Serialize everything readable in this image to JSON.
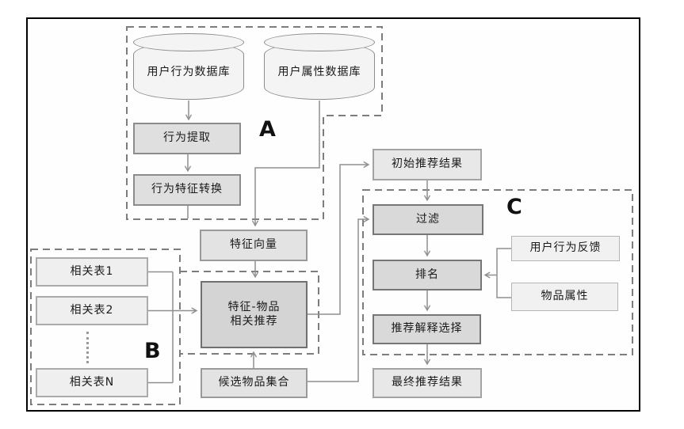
{
  "groups": {
    "a": "A",
    "b": "B",
    "c": "C"
  },
  "nodes": {
    "user_behavior_db": {
      "label": "用户行为数据库"
    },
    "user_attribute_db": {
      "label": "用户属性数据库"
    },
    "behavior_extraction": {
      "label": "行为提取"
    },
    "behavior_feature_conversion": {
      "label": "行为特征转换"
    },
    "feature_vector": {
      "label": "特征向量"
    },
    "feature_item_rec": {
      "label_line1": "特征-物品",
      "label_line2": "相关推荐"
    },
    "related_table_1": {
      "label": "相关表1"
    },
    "related_table_2": {
      "label": "相关表2"
    },
    "related_table_n": {
      "label": "相关表N"
    },
    "candidate_item_set": {
      "label": "候选物品集合"
    },
    "initial_rec_results": {
      "label": "初始推荐结果"
    },
    "filter": {
      "label": "过滤"
    },
    "ranking": {
      "label": "排名"
    },
    "rec_explanation_selection": {
      "label": "推荐解释选择"
    },
    "final_rec_results": {
      "label": "最终推荐结果"
    },
    "user_behavior_feedback": {
      "label": "用户行为反馈"
    },
    "item_attributes": {
      "label": "物品属性"
    }
  },
  "icons": {
    "table_ellipsis": "vertical-dotted-ellipsis"
  },
  "colors": {
    "frame_border": "#000000",
    "dashed_outline": "#7d7d7d",
    "connector": "#8f8f8f",
    "text": "#1a1a1a",
    "fill_table": "#efefef",
    "fill_process": "#dfdfdf",
    "fill_stage": "#d9d9d9",
    "fill_core": "#d4d4d4",
    "fill_result": "#e8e8e8",
    "fill_io": "#e3e3e3",
    "fill_cylinder": "#f4f4f4"
  }
}
